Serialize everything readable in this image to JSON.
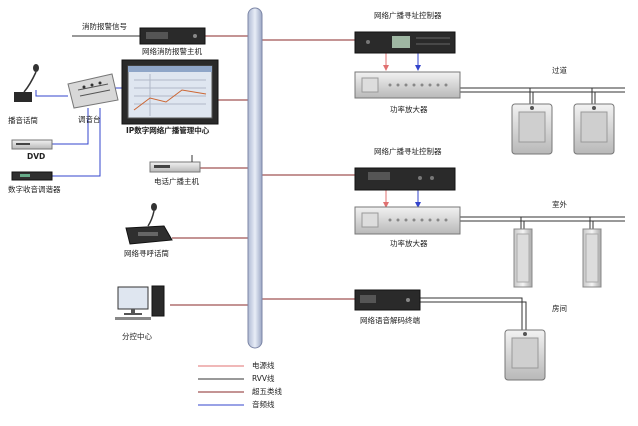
{
  "labels": {
    "fire_alarm_signal": "消防报警信号",
    "network_fire_host": "网络消防报警主机",
    "broadcast_mic": "播音话筒",
    "mixer": "调音台",
    "dvd": "DVD",
    "tuner": "数字收音调谐器",
    "ip_center": "IP数字网络广播管理中心",
    "phone_host": "电话广播主机",
    "paging_mic": "网络寻呼话筒",
    "branch_center": "分控中心",
    "zone_controller_1": "网络广播寻址控制器",
    "amplifier_1": "功率放大器",
    "zone_controller_2": "网络广播寻址控制器",
    "amplifier_2": "功率放大器",
    "decoder": "网络语音解码终端",
    "aisle": "过道",
    "outdoor": "室外",
    "room": "房间"
  },
  "legend": [
    {
      "label": "电源线",
      "color": "#e07070"
    },
    {
      "label": "RVV线",
      "color": "#333333"
    },
    {
      "label": "超五类线",
      "color": "#8a2a2a"
    },
    {
      "label": "音频线",
      "color": "#3344cc"
    }
  ],
  "colors": {
    "power": "#e07070",
    "rvv": "#333333",
    "cat5e": "#8a2a2a",
    "audio": "#3344cc",
    "bus_fill": "#c9d3e6",
    "bus_stroke": "#7c86a6"
  }
}
